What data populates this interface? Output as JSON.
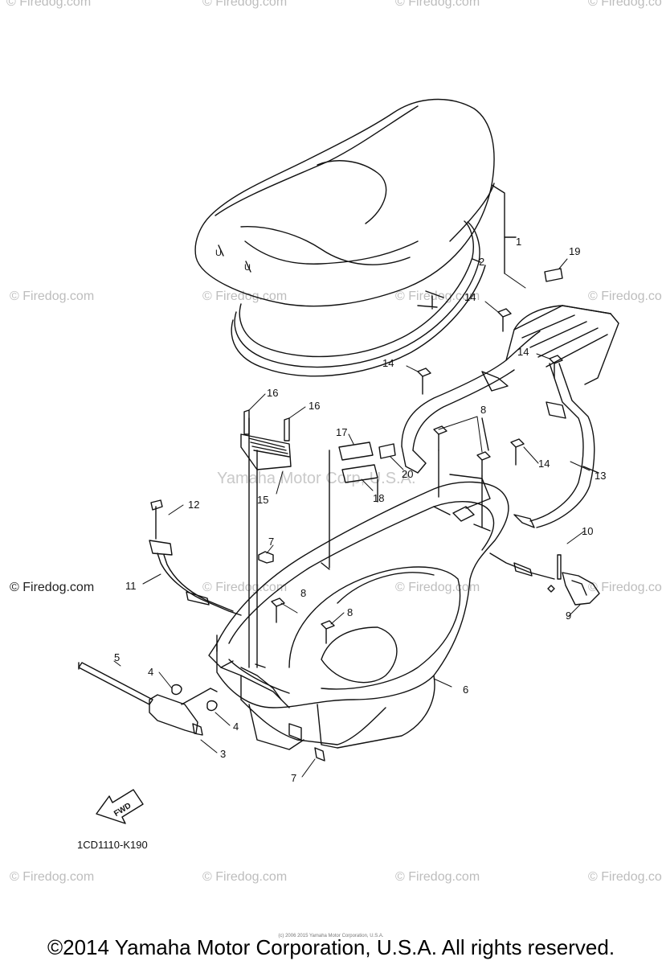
{
  "watermarks": {
    "text": "© Firedog.com",
    "highlighted": "© Firedog.com",
    "center": "Yamaha Motor Corp, U.S.A."
  },
  "callouts": [
    "1",
    "2",
    "3",
    "4",
    "4",
    "5",
    "6",
    "7",
    "7",
    "8",
    "8",
    "8",
    "8",
    "9",
    "10",
    "11",
    "12",
    "13",
    "14",
    "14",
    "14",
    "14",
    "15",
    "16",
    "16",
    "17",
    "18",
    "19",
    "20"
  ],
  "fwd_label": "FWD",
  "reference_code": "1CD1110-K190",
  "tiny_credit": "(c) 2006 2015 Yamaha Motor Corporation, U.S.A.",
  "copyright": "©2014 Yamaha Motor Corporation, U.S.A. All rights reserved."
}
